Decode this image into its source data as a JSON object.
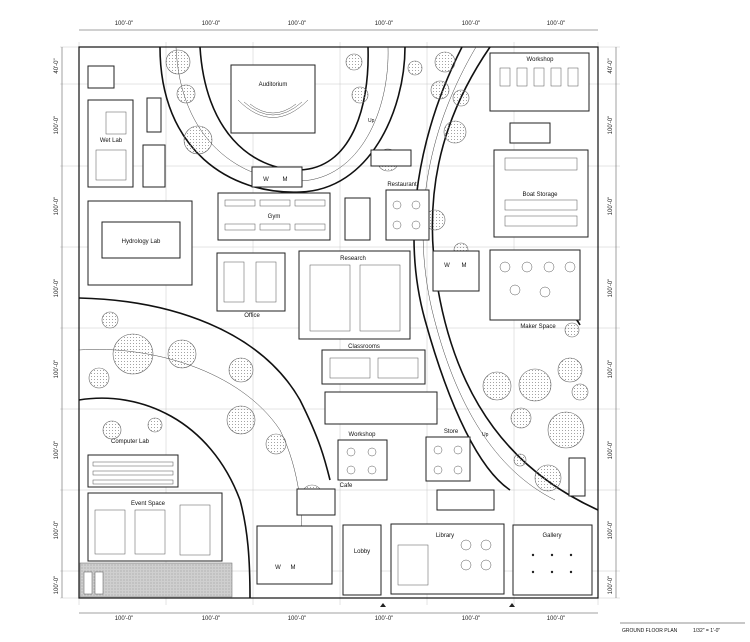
{
  "dimensions": {
    "top": [
      "100'-0\"",
      "100'-0\"",
      "100'-0\"",
      "100'-0\"",
      "100'-0\"",
      "100'-0\""
    ],
    "bottom": [
      "100'-0\"",
      "100'-0\"",
      "100'-0\"",
      "100'-0\"",
      "100'-0\"",
      "100'-0\""
    ],
    "left": [
      "40'-0\"",
      "100'-0\"",
      "100'-0\"",
      "100'-0\"",
      "100'-0\"",
      "100'-0\"",
      "100'-0\"",
      "100'-0\""
    ],
    "right": [
      "40'-0\"",
      "100'-0\"",
      "100'-0\"",
      "100'-0\"",
      "100'-0\"",
      "100'-0\"",
      "100'-0\"",
      "100'-0\""
    ]
  },
  "rooms": {
    "auditorium": "Auditorium",
    "workshop_top": "Workshop",
    "wet_lab": "Wet Lab",
    "gym": "Gym",
    "restaurant": "Restaurant",
    "boat_storage": "Boat Storage",
    "hydrology_lab": "Hydrology Lab",
    "research": "Research",
    "office": "Office",
    "maker_space": "Maker Space",
    "classrooms": "Classrooms",
    "computer_lab": "Computer Lab",
    "workshop_mid": "Workshop",
    "store": "Store",
    "cafe": "Cafe",
    "event_space": "Event Space",
    "lobby": "Lobby",
    "library": "Library",
    "gallery": "Gallery"
  },
  "restrooms": [
    {
      "w": "W",
      "m": "M"
    },
    {
      "w": "W",
      "m": "M"
    },
    {
      "w": "W",
      "m": "M"
    }
  ],
  "stairs": {
    "up": "Up"
  },
  "title_block": {
    "plan_name": "GROUND FLOOR PLAN",
    "scale": "1/32\" = 1'-0\""
  }
}
